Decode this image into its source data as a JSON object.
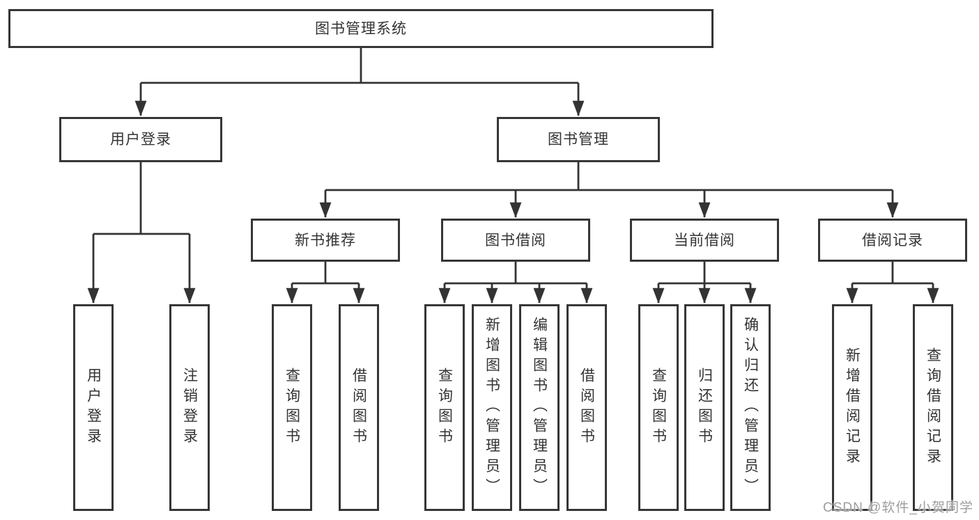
{
  "diagram": {
    "type": "hierarchy-tree",
    "watermark": "CSDN @软件_小贺同学",
    "colors": {
      "background": "#ffffff",
      "box_fill": "#ffffff",
      "box_border": "#363636",
      "line": "#333333",
      "text": "#333333",
      "watermark_text": "#9e9e9e"
    },
    "tree": {
      "label": "图书管理系统",
      "children": [
        {
          "label": "用户登录",
          "children": [
            {
              "label": "用户登录"
            },
            {
              "label": "注销登录"
            }
          ]
        },
        {
          "label": "图书管理",
          "children": [
            {
              "label": "新书推荐",
              "children": [
                {
                  "label": "查询图书"
                },
                {
                  "label": "借阅图书"
                }
              ]
            },
            {
              "label": "图书借阅",
              "children": [
                {
                  "label": "查询图书"
                },
                {
                  "label": "新增图书（管理员）"
                },
                {
                  "label": "编辑图书（管理员）"
                },
                {
                  "label": "借阅图书"
                }
              ]
            },
            {
              "label": "当前借阅",
              "children": [
                {
                  "label": "查询图书"
                },
                {
                  "label": "归还图书"
                },
                {
                  "label": "确认归还（管理员）"
                }
              ]
            },
            {
              "label": "借阅记录",
              "children": [
                {
                  "label": "新增借阅记录"
                },
                {
                  "label": "查询借阅记录"
                }
              ]
            }
          ]
        }
      ]
    }
  }
}
